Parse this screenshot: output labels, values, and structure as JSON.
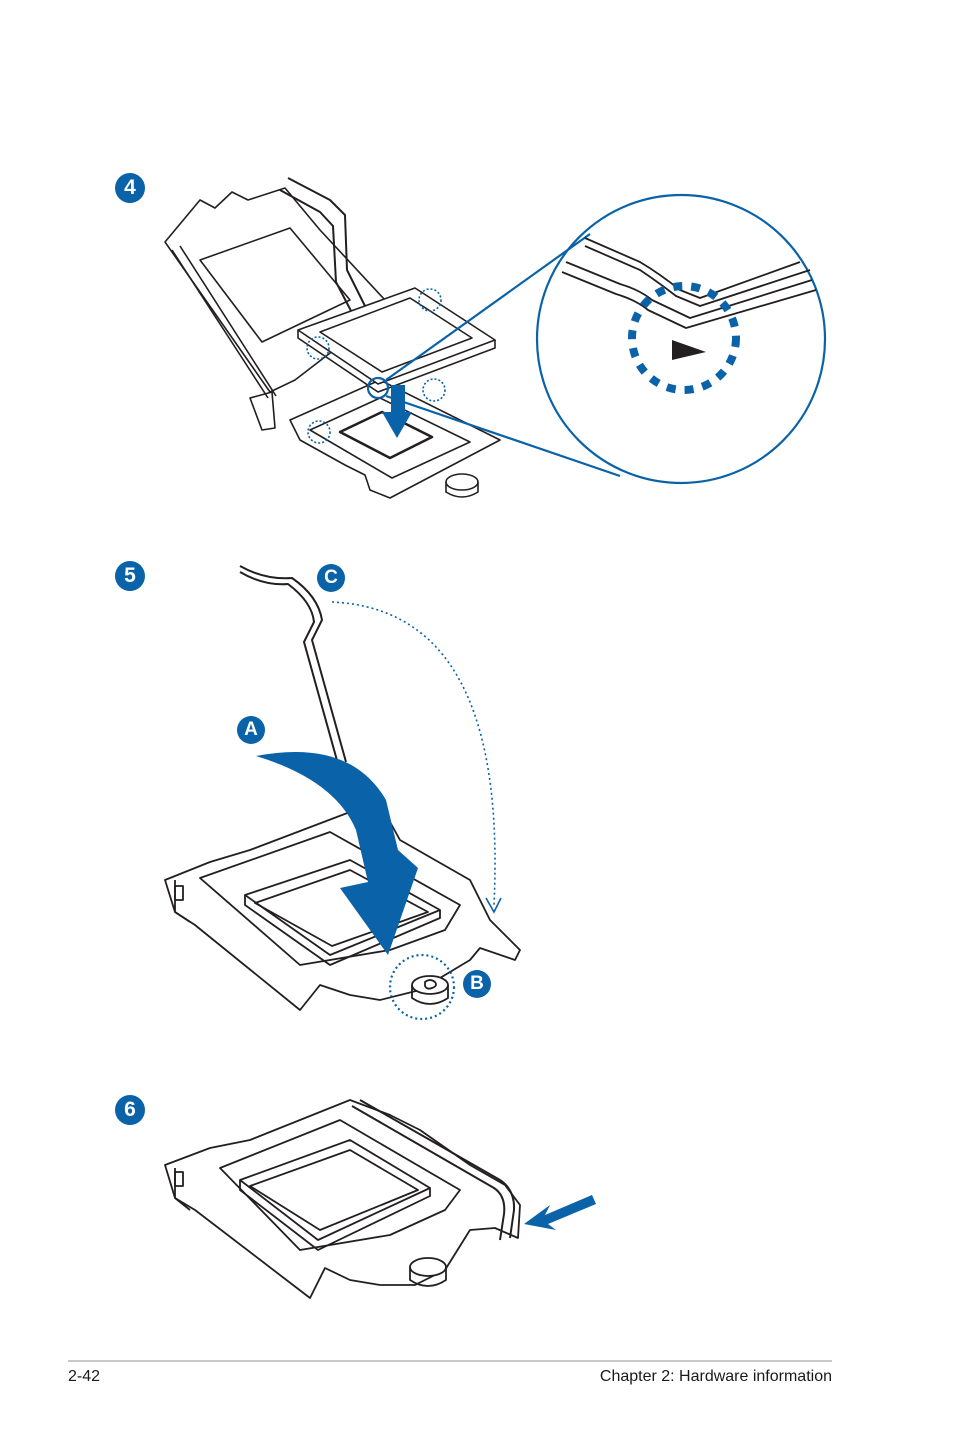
{
  "steps": [
    {
      "number": "4"
    },
    {
      "number": "5",
      "callouts": [
        "A",
        "B",
        "C"
      ]
    },
    {
      "number": "6"
    }
  ],
  "footer": {
    "page_number": "2-42",
    "chapter_title": "Chapter 2: Hardware information"
  },
  "colors": {
    "accent": "#0a62a8",
    "line": "#231f20"
  }
}
